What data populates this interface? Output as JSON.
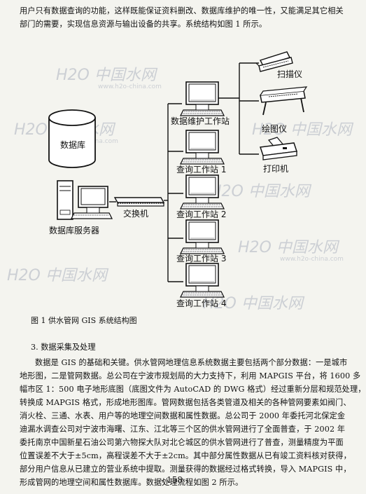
{
  "intro_lines": [
    "用户只有数据查询的功能，这样既能保证资料删改、数据库维护的唯一性，又能满足其它相关",
    "部门的需要，实现信息资源与输出设备的共享。系统结构如图 1 所示。"
  ],
  "diagram": {
    "database": "数据库",
    "server": "数据库服务器",
    "switch": "交换机",
    "maintenance_station": "数据维护工作站",
    "scanner": "扫描仪",
    "plotter": "绘图仪",
    "printer": "打印机",
    "query_stations": [
      "查询工作站 1",
      "查询工作站 2",
      "查询工作站 3",
      "查询工作站 4"
    ],
    "watermark_logo": "H2O 中国水网",
    "watermark_url": "www.h2o-china.com"
  },
  "caption": "图 1  供水管网 GIS 系统结构图",
  "section_heading": "3.  数据采集及处理",
  "body_lines": [
    "数据是 GIS 的基础和关键。供水管网地理信息系统数据主要包括两个部分数据：一是城市",
    "地形图，二是管网数据。总公司在宁波市规划局的大力支持下，利用 MAPGIS 平台，将 1600 多",
    "幅市区 1：500 电子地形底图（底图文件为 AutoCAD 的 DWG 格式）经过重新分层和规范处理，",
    "转换成 MAPGIS 格式，形成地形图库。管网数据包括各类管道及相关的各种管网要素如阀门、",
    "消火栓、三通、水表、用户等的地理空间数据和属性数据。总公司于 2000 年委托河北保定金",
    "迪漏水调查公司对宁波市海曙、江东、江北等三个区的供水管网进行了全面普查，于 2002 年",
    "委托南京中国新星石油公司第六物探大队对北仑城区的供水管网进行了普查，测量精度为平面",
    "位置误差不大于±5cm，高程误差不大于±2cm。其中部分属性数据从已有竣工资料核对获得，",
    "部分用户信息从已建立的营业系统中提取。测量获得的数据经过格式转换，导入 MAPGIS 中，",
    "形成管网的地理空间和属性数据库。数据处理流程如图 2 所示。"
  ],
  "page_number": "- 158 -"
}
